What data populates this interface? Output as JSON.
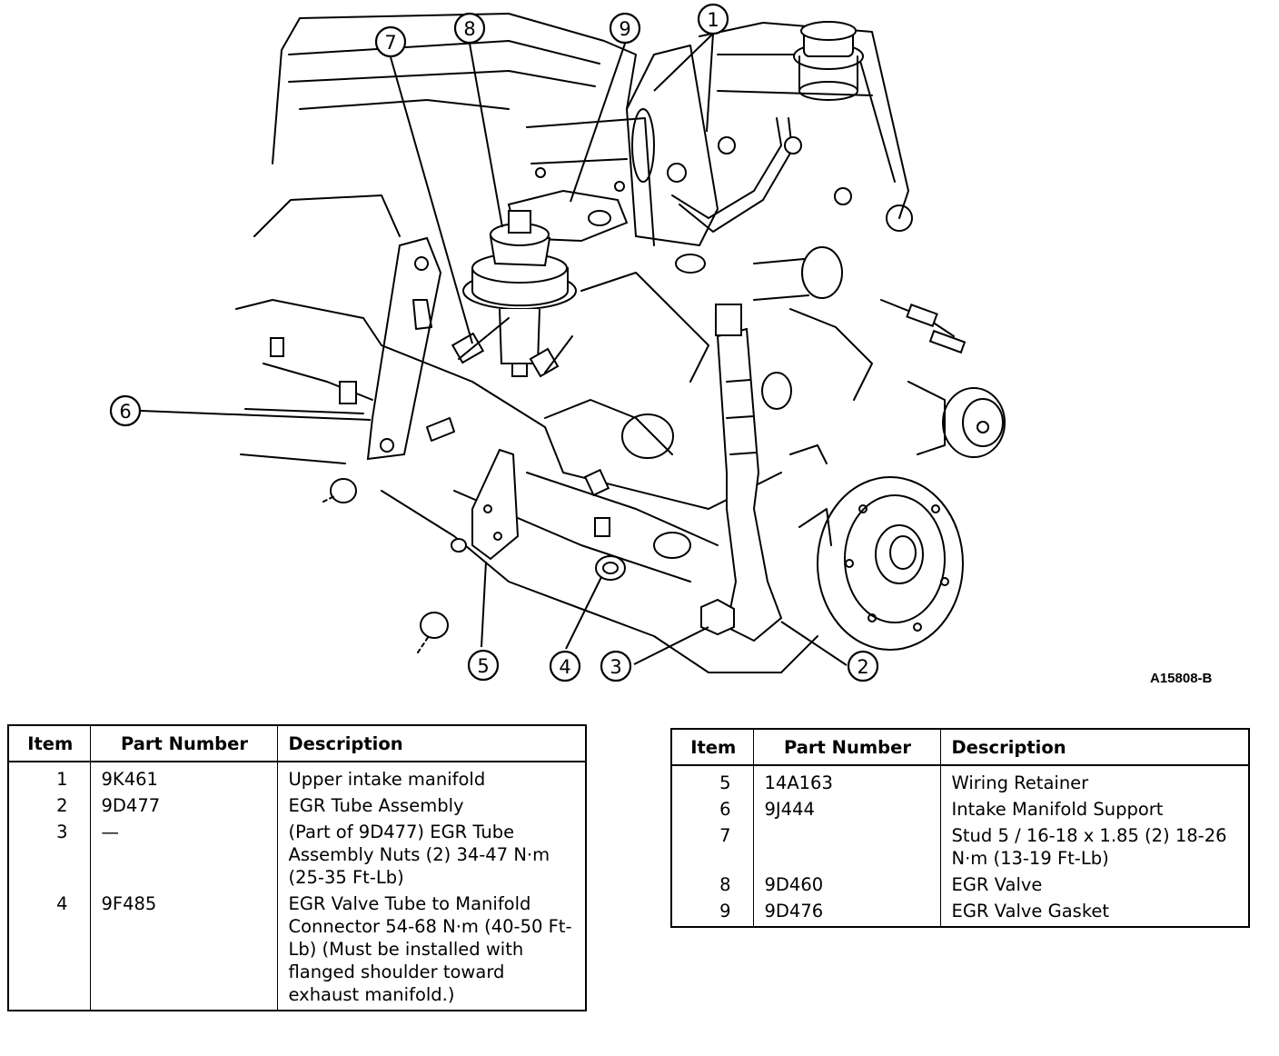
{
  "figure_id": "A15808-B",
  "callouts": [
    "1",
    "2",
    "3",
    "4",
    "5",
    "6",
    "7",
    "8",
    "9"
  ],
  "table_headers": {
    "item": "Item",
    "part_number": "Part Number",
    "description": "Description"
  },
  "table_left": [
    {
      "item": "1",
      "part": "9K461",
      "desc": "Upper intake manifold"
    },
    {
      "item": "2",
      "part": "9D477",
      "desc": "EGR Tube Assembly"
    },
    {
      "item": "3",
      "part": "—",
      "desc": "(Part of 9D477) EGR Tube Assembly Nuts (2) 34-47 N·m (25-35 Ft-Lb)"
    },
    {
      "item": "4",
      "part": "9F485",
      "desc": "EGR Valve Tube to Manifold Connector 54-68 N·m (40-50 Ft-Lb) (Must be installed with flanged shoulder toward exhaust manifold.)"
    }
  ],
  "table_right": [
    {
      "item": "5",
      "part": "14A163",
      "desc": "Wiring Retainer"
    },
    {
      "item": "6",
      "part": "9J444",
      "desc": "Intake Manifold Support"
    },
    {
      "item": "7",
      "part": "",
      "desc": "Stud 5 / 16-18 x 1.85 (2) 18-26 N·m (13-19 Ft-Lb)"
    },
    {
      "item": "8",
      "part": "9D460",
      "desc": "EGR Valve"
    },
    {
      "item": "9",
      "part": "9D476",
      "desc": "EGR Valve Gasket"
    }
  ]
}
